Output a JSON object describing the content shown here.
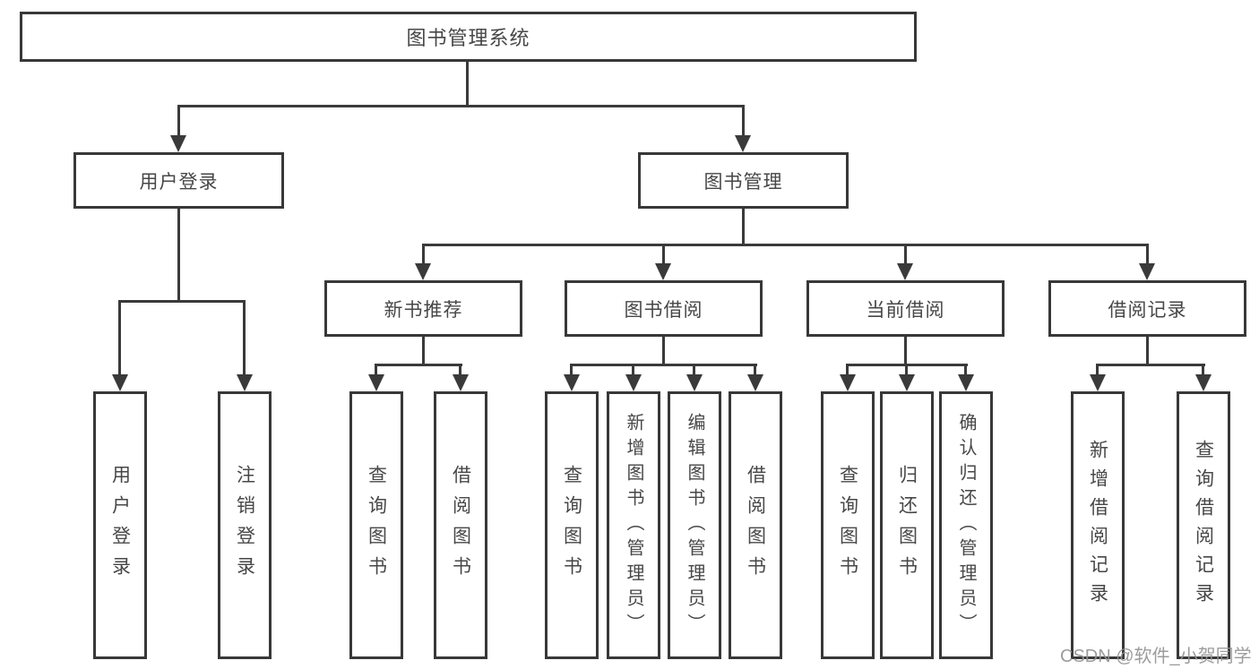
{
  "diagram_title": "图书管理系统",
  "colors": {
    "background": "#ffffff",
    "box_background": "#ffffff",
    "box_border": "#383838",
    "line": "#3a3a3a",
    "text": "#474747",
    "watermark_text_color": "#949494"
  },
  "tree": {
    "root": {
      "label": "图书管理系统"
    },
    "level2": [
      {
        "label": "用户登录"
      },
      {
        "label": "图书管理"
      }
    ],
    "level3": [
      {
        "label": "新书推荐",
        "parent": "图书管理"
      },
      {
        "label": "图书借阅",
        "parent": "图书管理"
      },
      {
        "label": "当前借阅",
        "parent": "图书管理"
      },
      {
        "label": "借阅记录",
        "parent": "图书管理"
      }
    ],
    "leaves": [
      {
        "label": "用户登录",
        "parent": "用户登录"
      },
      {
        "label": "注销登录",
        "parent": "用户登录"
      },
      {
        "label": "查询图书",
        "parent": "新书推荐"
      },
      {
        "label": "借阅图书",
        "parent": "新书推荐"
      },
      {
        "label": "查询图书",
        "parent": "图书借阅"
      },
      {
        "label": "新增图书（管理员）",
        "parent": "图书借阅"
      },
      {
        "label": "编辑图书（管理员）",
        "parent": "图书借阅"
      },
      {
        "label": "借阅图书",
        "parent": "图书借阅"
      },
      {
        "label": "查询图书",
        "parent": "当前借阅"
      },
      {
        "label": "归还图书",
        "parent": "当前借阅"
      },
      {
        "label": "确认归还（管理员）",
        "parent": "当前借阅"
      },
      {
        "label": "新增借阅记录",
        "parent": "借阅记录"
      },
      {
        "label": "查询借阅记录",
        "parent": "借阅记录"
      }
    ]
  },
  "watermark": {
    "text": "CSDN @软件_小贺同学"
  }
}
